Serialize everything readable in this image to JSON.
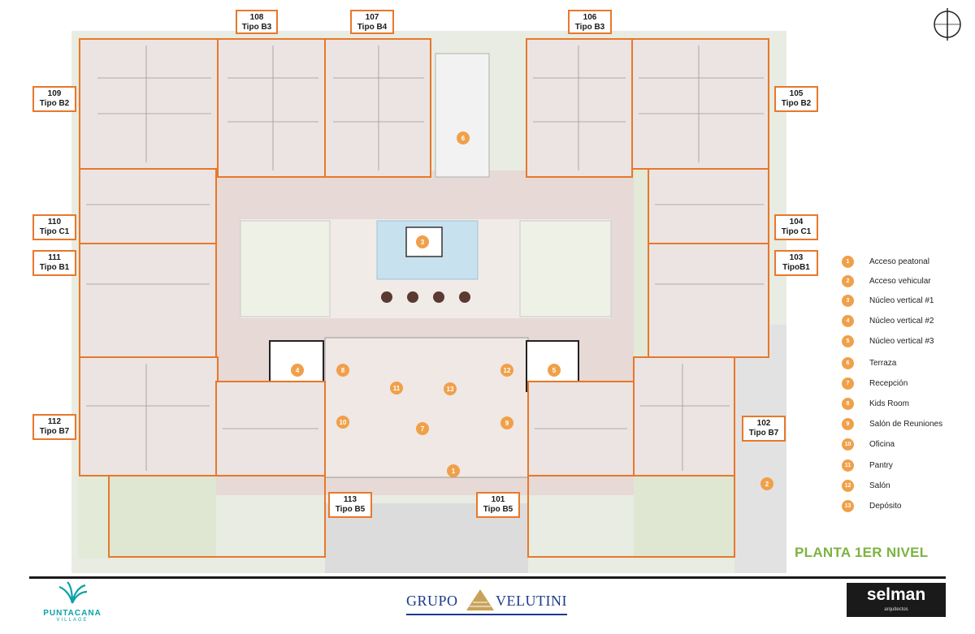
{
  "units": [
    {
      "id": "108",
      "number": "108",
      "type": "Tipo B3"
    },
    {
      "id": "107",
      "number": "107",
      "type": "Tipo B4"
    },
    {
      "id": "106",
      "number": "106",
      "type": "Tipo B3"
    },
    {
      "id": "109",
      "number": "109",
      "type": "Tipo B2"
    },
    {
      "id": "105",
      "number": "105",
      "type": "Tipo B2"
    },
    {
      "id": "110",
      "number": "110",
      "type": "Tipo C1"
    },
    {
      "id": "104",
      "number": "104",
      "type": "Tipo C1"
    },
    {
      "id": "111",
      "number": "111",
      "type": "Tipo B1"
    },
    {
      "id": "103",
      "number": "103",
      "type": "TipoB1"
    },
    {
      "id": "112",
      "number": "112",
      "type": "Tipo B7"
    },
    {
      "id": "102",
      "number": "102",
      "type": "Tipo B7"
    },
    {
      "id": "113",
      "number": "113",
      "type": "Tipo B5"
    },
    {
      "id": "101",
      "number": "101",
      "type": "Tipo B5"
    }
  ],
  "markers": [
    "1",
    "2",
    "3",
    "4",
    "5",
    "6",
    "7",
    "8",
    "9",
    "10",
    "11",
    "12",
    "13"
  ],
  "legend": [
    {
      "num": "1",
      "label": "Acceso peatonal"
    },
    {
      "num": "2",
      "label": "Acceso vehicular"
    },
    {
      "num": "3",
      "label": "Núcleo vertical #1"
    },
    {
      "num": "4",
      "label": "Núcleo vertical #2"
    },
    {
      "num": "5",
      "label": "Núcleo vertical #3"
    },
    {
      "num": "6",
      "label": "Terraza"
    },
    {
      "num": "7",
      "label": "Recepción"
    },
    {
      "num": "8",
      "label": "Kids Room"
    },
    {
      "num": "9",
      "label": "Salón de Reuniones"
    },
    {
      "num": "10",
      "label": "Oficina"
    },
    {
      "num": "11",
      "label": "Pantry"
    },
    {
      "num": "12",
      "label": "Salón"
    },
    {
      "num": "13",
      "label": "Depósito"
    }
  ],
  "level_title": "PLANTA 1ER NIVEL",
  "logos": {
    "puntacana": {
      "name": "PUNTACANA",
      "sub": "VILLAGE"
    },
    "velutini": {
      "left": "GRUPO",
      "right": "VELUTINI"
    },
    "selman": {
      "name": "selman",
      "sub": "arquitectos"
    }
  },
  "colors": {
    "accent_orange": "#e8782a",
    "marker_orange": "#f0a04a",
    "lawn_green": "#e3ead8",
    "plaza_pink": "#e6d9d6",
    "pool_blue": "#c7e1ef",
    "title_green": "#7cb342"
  }
}
